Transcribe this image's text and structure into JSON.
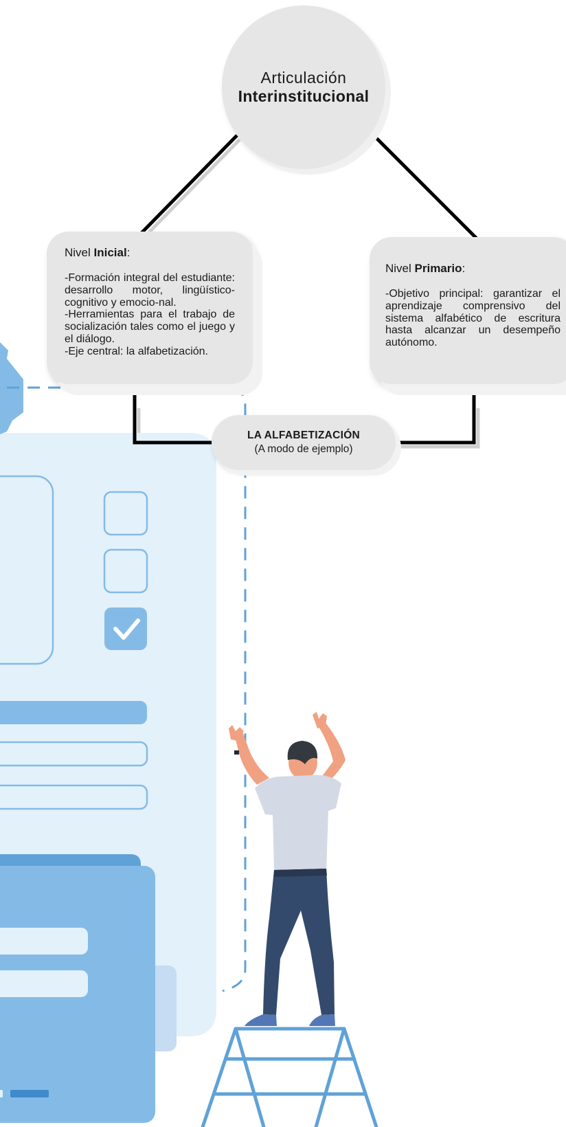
{
  "center_node": {
    "line1": "Articulación",
    "line2": "Interinstitucional"
  },
  "nivel_inicial": {
    "prefix": "Nivel ",
    "name": "Inicial",
    "suffix": ":",
    "items": [
      "-Formación integral del estudiante: desarrollo motor, lingüístico-cognitivo y emocio-nal.",
      "-Herramientas para el trabajo de socialización tales como el juego y el diálogo.",
      "-Eje central: la alfabetización."
    ]
  },
  "nivel_primario": {
    "prefix": "Nivel ",
    "name": "Primario",
    "suffix": ":",
    "items": [
      "-Objetivo principal: garantizar el aprendizaje comprensivo del sistema alfabético de escritura hasta alcanzar un desempeño autónomo."
    ]
  },
  "bottom_node": {
    "line1": "LA ALFABETIZACIÓN",
    "line2": "(A modo de ejemplo)"
  },
  "colors": {
    "node_fill": "#e6e6e6",
    "connector": "#000000",
    "illustration_light": "#e3f1fb",
    "illustration_mid": "#84bbe6",
    "illustration_dark": "#5fa2d8",
    "dashed_line": "#5fa2d8",
    "person_shirt": "#d4d9e6",
    "person_pants": "#344a6c",
    "person_skin": "#f0a181",
    "person_hair": "#33393f",
    "ladder": "#5fa2d8"
  }
}
